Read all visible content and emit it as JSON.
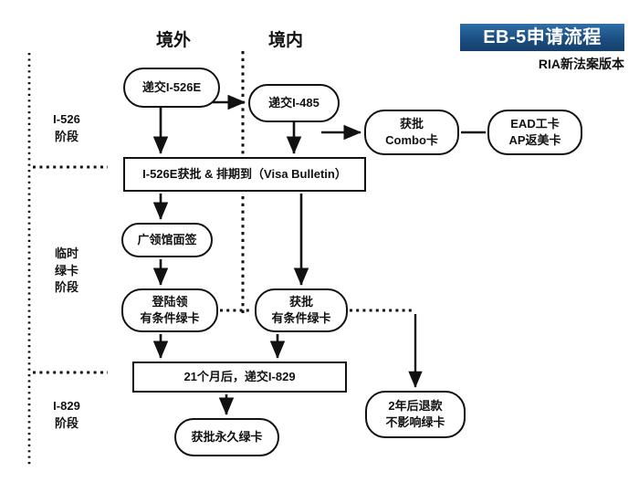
{
  "header": {
    "badge_title": "EB-5申请流程",
    "subtitle": "RIA新法案版本",
    "badge_color": "#1b4f82",
    "badge_text_color": "#ffffff"
  },
  "columns": {
    "overseas_label": "境外",
    "domestic_label": "境内"
  },
  "stages": [
    {
      "line1": "I-526",
      "line2": "阶段",
      "line3": ""
    },
    {
      "line1": "临时",
      "line2": "绿卡",
      "line3": "阶段"
    },
    {
      "line1": "I-829",
      "line2": "阶段",
      "line3": ""
    }
  ],
  "nodes": {
    "submit_i526e": {
      "line1": "递交I-526E",
      "line2": ""
    },
    "submit_i485": {
      "line1": "递交I-485",
      "line2": ""
    },
    "approved_combo": {
      "line1": "获批",
      "line2": "Combo卡"
    },
    "ead_ap": {
      "line1": "EAD工卡",
      "line2": "AP返美卡"
    },
    "i526e_approved": {
      "line1": "I-526E获批 & 排期到（Visa Bulletin）",
      "line2": ""
    },
    "consulate": {
      "line1": "广领馆面签",
      "line2": ""
    },
    "land_cgc": {
      "line1": "登陆领",
      "line2": "有条件绿卡"
    },
    "approved_cgc": {
      "line1": "获批",
      "line2": "有条件绿卡"
    },
    "twenty_one_mo": {
      "line1": "21个月后，递交I-829",
      "line2": ""
    },
    "perm_gc": {
      "line1": "获批永久绿卡",
      "line2": ""
    },
    "refund": {
      "line1": "2年后退款",
      "line2": "不影响绿卡"
    }
  },
  "chart_data": {
    "type": "diagram",
    "title": "EB-5申请流程",
    "subtitle": "RIA新法案版本",
    "lanes": [
      "境外",
      "境内"
    ],
    "phases": [
      "I-526 阶段",
      "临时绿卡 阶段",
      "I-829 阶段"
    ],
    "steps": [
      {
        "id": "submit_i526e",
        "label": "递交I-526E",
        "lane": "境外",
        "phase": "I-526 阶段",
        "shape": "pill"
      },
      {
        "id": "submit_i485",
        "label": "递交I-485",
        "lane": "境内",
        "phase": "I-526 阶段",
        "shape": "pill"
      },
      {
        "id": "approved_combo",
        "label": "获批 Combo卡",
        "lane": "境内",
        "phase": "I-526 阶段",
        "shape": "pill"
      },
      {
        "id": "ead_ap",
        "label": "EAD工卡 AP返美卡",
        "lane": "境内",
        "phase": "I-526 阶段",
        "shape": "pill"
      },
      {
        "id": "i526e_approved",
        "label": "I-526E获批 & 排期到（Visa Bulletin）",
        "lane": "both",
        "phase": "I-526 阶段",
        "shape": "rect"
      },
      {
        "id": "consulate",
        "label": "广领馆面签",
        "lane": "境外",
        "phase": "临时绿卡 阶段",
        "shape": "pill"
      },
      {
        "id": "land_cgc",
        "label": "登陆领 有条件绿卡",
        "lane": "境外",
        "phase": "临时绿卡 阶段",
        "shape": "pill"
      },
      {
        "id": "approved_cgc",
        "label": "获批 有条件绿卡",
        "lane": "境内",
        "phase": "临时绿卡 阶段",
        "shape": "pill"
      },
      {
        "id": "twenty_one_mo",
        "label": "21个月后，递交I-829",
        "lane": "both",
        "phase": "I-829 阶段",
        "shape": "rect"
      },
      {
        "id": "perm_gc",
        "label": "获批永久绿卡",
        "lane": "both",
        "phase": "I-829 阶段",
        "shape": "pill"
      },
      {
        "id": "refund",
        "label": "2年后退款 不影响绿卡",
        "lane": "境内",
        "phase": "I-829 阶段",
        "shape": "pill"
      }
    ],
    "edges": [
      {
        "from": "submit_i526e",
        "to": "submit_i485",
        "style": "arrow"
      },
      {
        "from": "submit_i526e",
        "to": "i526e_approved",
        "style": "arrow"
      },
      {
        "from": "submit_i485",
        "to": "approved_combo",
        "style": "arrow"
      },
      {
        "from": "submit_i485",
        "to": "i526e_approved",
        "style": "arrow"
      },
      {
        "from": "approved_combo",
        "to": "ead_ap",
        "style": "line"
      },
      {
        "from": "i526e_approved",
        "to": "consulate",
        "style": "arrow"
      },
      {
        "from": "i526e_approved",
        "to": "approved_cgc",
        "style": "arrow"
      },
      {
        "from": "consulate",
        "to": "land_cgc",
        "style": "arrow"
      },
      {
        "from": "land_cgc",
        "to": "twenty_one_mo",
        "style": "arrow"
      },
      {
        "from": "approved_cgc",
        "to": "twenty_one_mo",
        "style": "arrow"
      },
      {
        "from": "land_cgc",
        "to": "approved_cgc",
        "style": "dotted"
      },
      {
        "from": "approved_cgc",
        "to": "refund",
        "style": "dotted-arrow"
      },
      {
        "from": "twenty_one_mo",
        "to": "perm_gc",
        "style": "arrow"
      }
    ]
  }
}
